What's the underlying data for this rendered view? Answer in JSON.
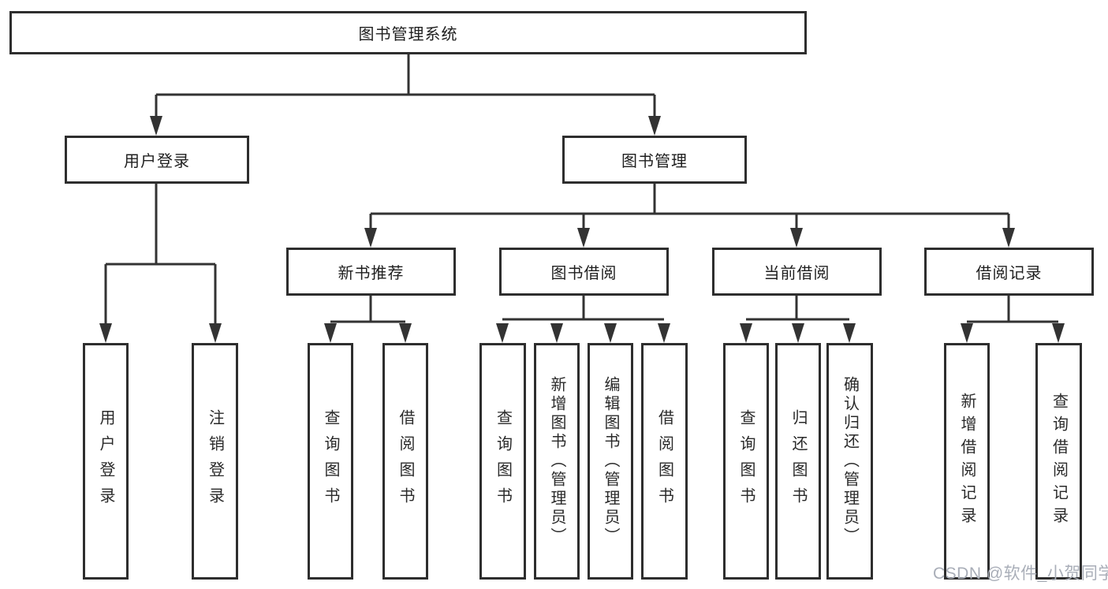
{
  "colors": {
    "line": "#333333",
    "node_border": "#2e2e2e",
    "node_text": "#1f1f1f",
    "watermark": "#a9aeb8",
    "background": "#ffffff"
  },
  "watermark": {
    "text": "CSDN @软件_小贺同学"
  },
  "tree": {
    "root": {
      "label": "图书管理系统"
    },
    "branches": [
      {
        "label": "用户登录",
        "children": [
          {
            "label": "用户登录"
          },
          {
            "label": "注销登录"
          }
        ]
      },
      {
        "label": "图书管理",
        "children": [
          {
            "label": "新书推荐",
            "children": [
              {
                "label": "查询图书"
              },
              {
                "label": "借阅图书"
              }
            ]
          },
          {
            "label": "图书借阅",
            "children": [
              {
                "label": "查询图书"
              },
              {
                "label": "新增图书（管理员）"
              },
              {
                "label": "编辑图书（管理员）"
              },
              {
                "label": "借阅图书"
              }
            ]
          },
          {
            "label": "当前借阅",
            "children": [
              {
                "label": "查询图书"
              },
              {
                "label": "归还图书"
              },
              {
                "label": "确认归还（管理员）"
              }
            ]
          },
          {
            "label": "借阅记录",
            "children": [
              {
                "label": "新增借阅记录"
              },
              {
                "label": "查询借阅记录"
              }
            ]
          }
        ]
      }
    ]
  }
}
